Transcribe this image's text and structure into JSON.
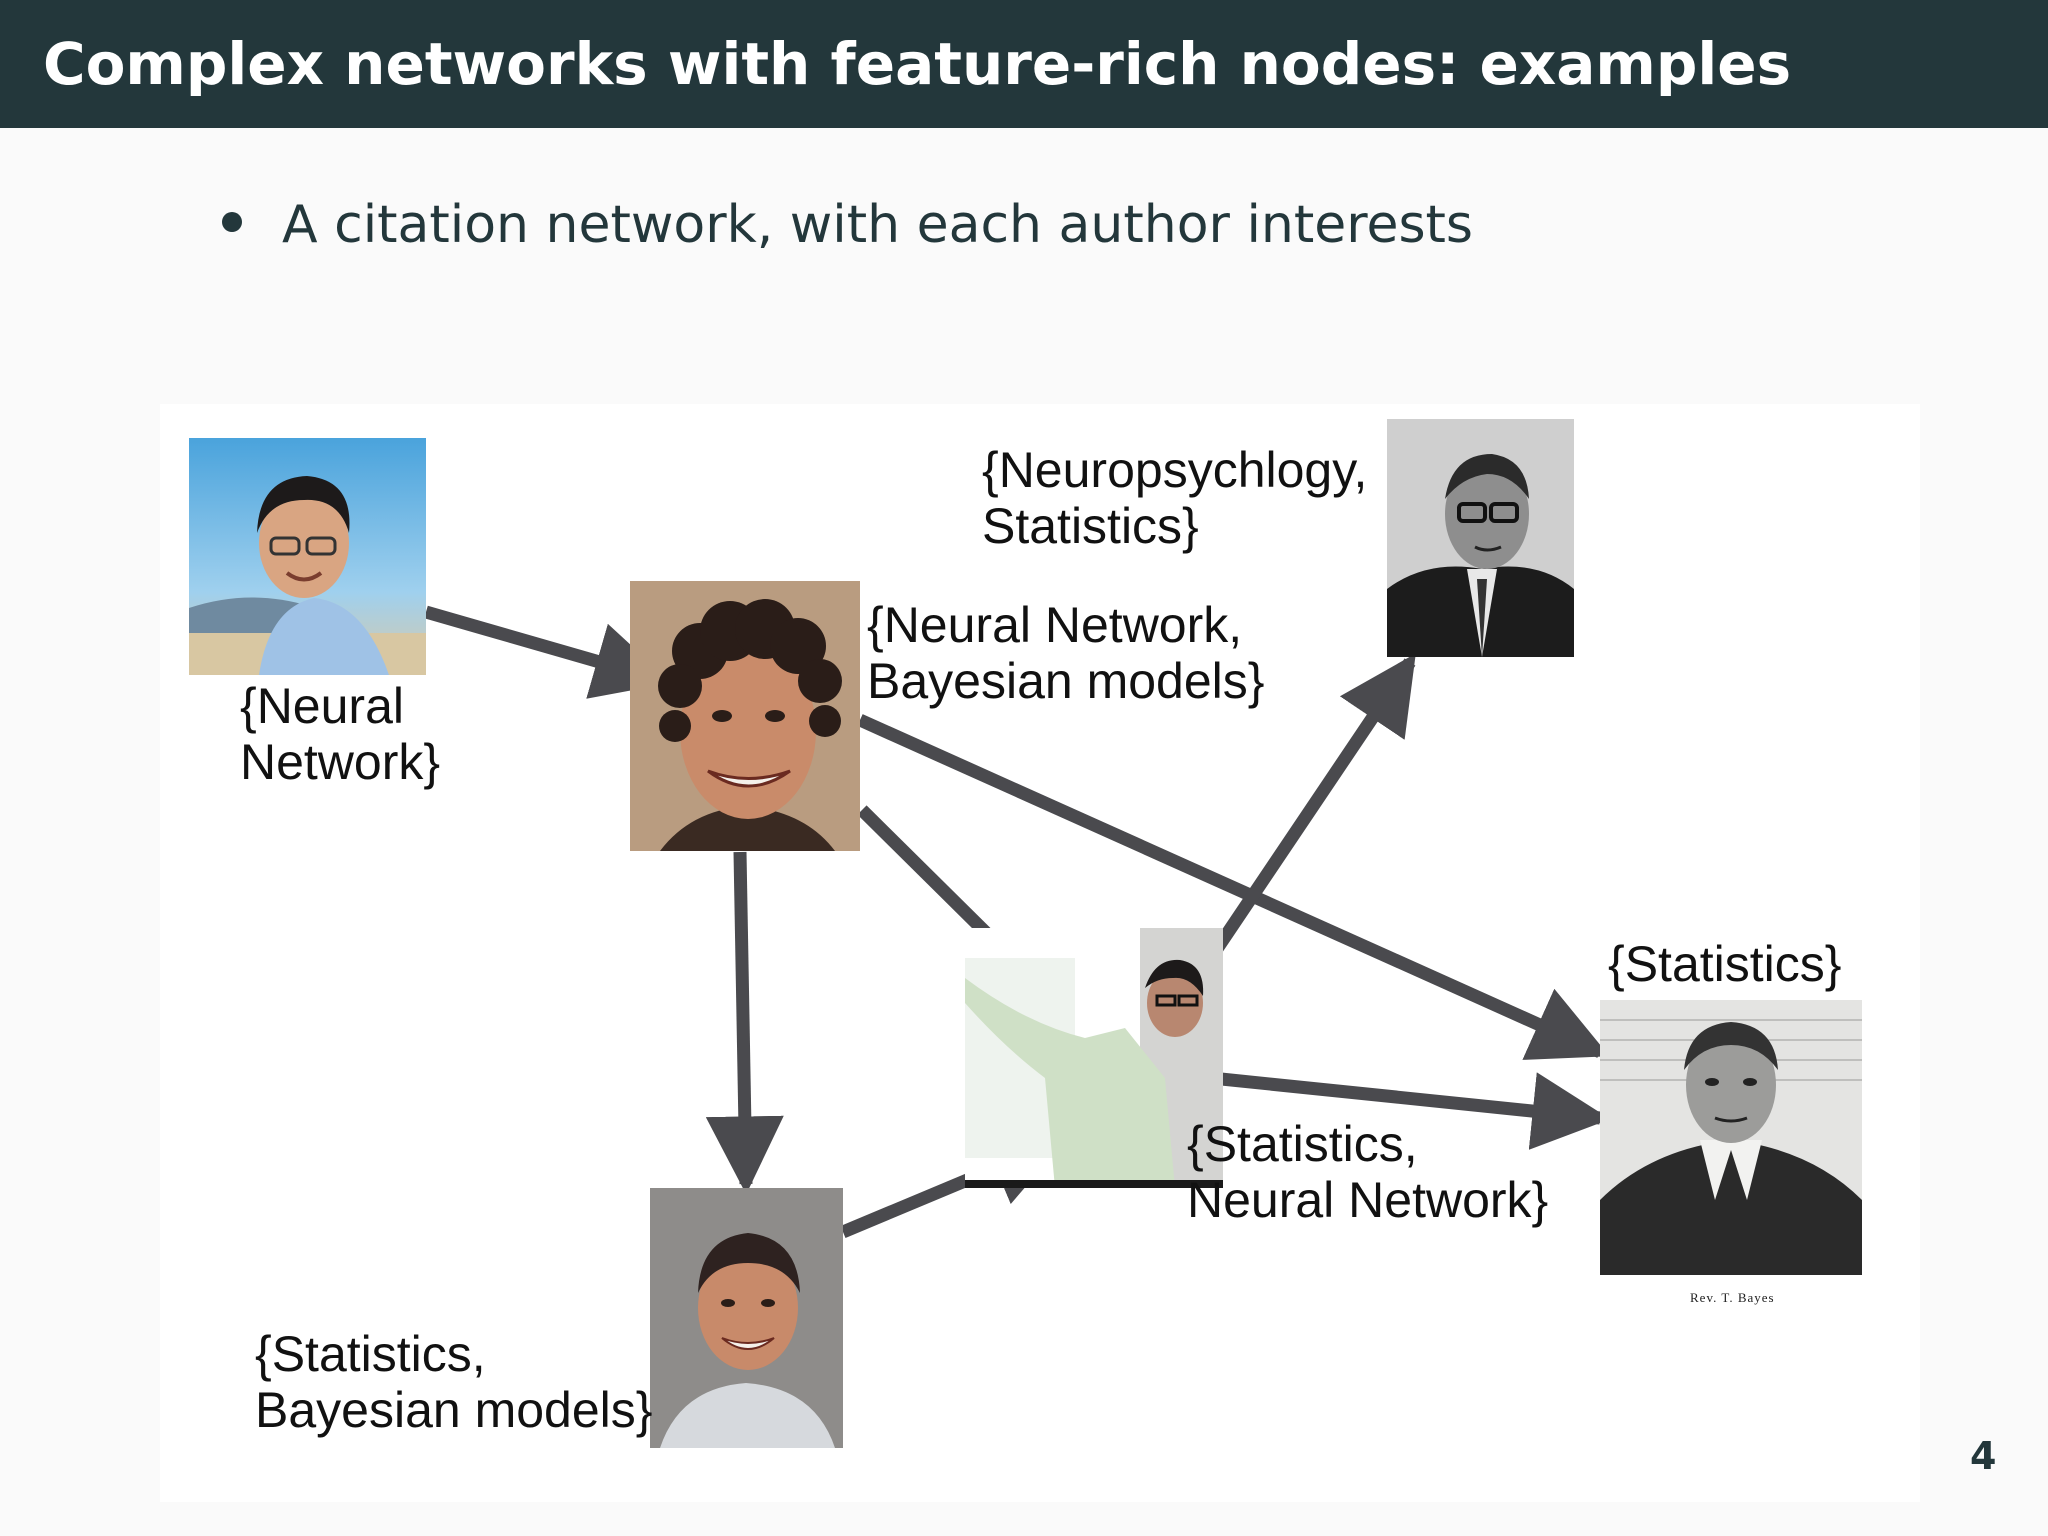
{
  "slide": {
    "title": "Complex networks with feature-rich nodes: examples",
    "bullet": "A citation network, with each author interests",
    "page_number": "4"
  },
  "colors": {
    "title_bar": "#23373b",
    "arrow": "#4a4a4e"
  },
  "diagram": {
    "nodes": [
      {
        "id": "n1",
        "photo": "young-man-outdoor-photo",
        "label_lines": [
          "{Neural",
          "Network}"
        ]
      },
      {
        "id": "n2",
        "photo": "curly-haired-man-photo",
        "label_lines": [
          "{Neural Network,",
          "Bayesian models}"
        ]
      },
      {
        "id": "n3",
        "photo": "man-with-glasses-bw-photo",
        "label_lines": [
          "{Neuropsychlogy,",
          "Statistics}"
        ]
      },
      {
        "id": "n4",
        "photo": "presenter-pointing-photo",
        "label_lines": [
          "{Statistics,",
          "Neural Network}"
        ]
      },
      {
        "id": "n5",
        "photo": "smiling-man-photo",
        "label_lines": [
          "{Statistics,",
          "Bayesian models}"
        ]
      },
      {
        "id": "n6",
        "photo": "engraved-portrait",
        "label_lines": [
          "{Statistics}"
        ],
        "caption": "Rev. T. Bayes"
      }
    ],
    "edges": [
      {
        "from": "n1",
        "to": "n2"
      },
      {
        "from": "n2",
        "to": "n6"
      },
      {
        "from": "n2",
        "to": "n4"
      },
      {
        "from": "n2",
        "to": "n5"
      },
      {
        "from": "n5",
        "to": "n4"
      },
      {
        "from": "n4",
        "to": "n3"
      },
      {
        "from": "n4",
        "to": "n6"
      }
    ]
  }
}
